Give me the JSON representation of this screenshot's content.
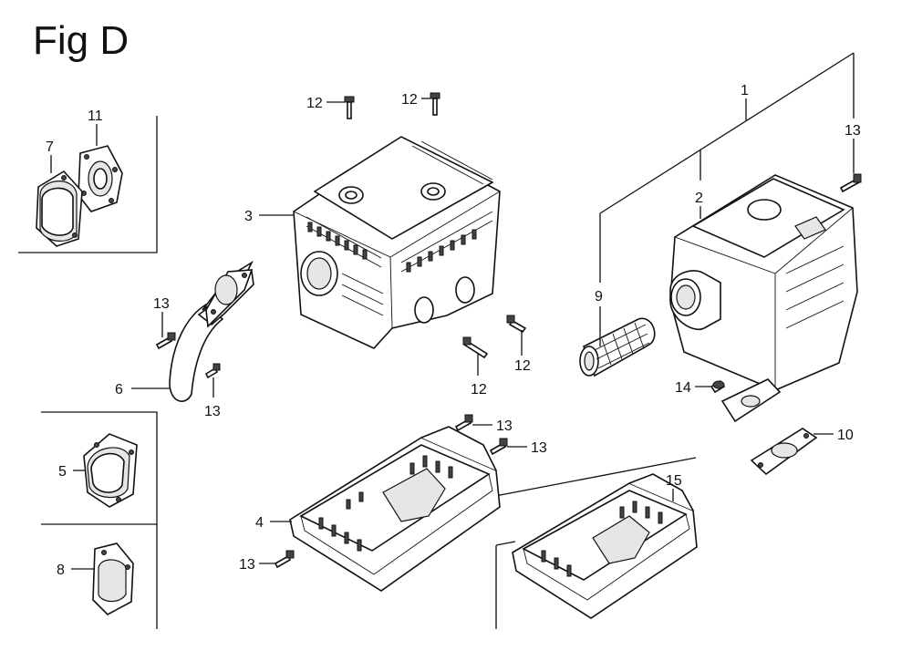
{
  "title": "Fig D",
  "parts": [
    {
      "id": "p1",
      "label": "1"
    },
    {
      "id": "p2",
      "label": "2"
    },
    {
      "id": "p3",
      "label": "3"
    },
    {
      "id": "p4",
      "label": "4"
    },
    {
      "id": "p5",
      "label": "5"
    },
    {
      "id": "p6",
      "label": "6"
    },
    {
      "id": "p7",
      "label": "7"
    },
    {
      "id": "p8",
      "label": "8"
    },
    {
      "id": "p9",
      "label": "9"
    },
    {
      "id": "p10",
      "label": "10"
    },
    {
      "id": "p11",
      "label": "11"
    },
    {
      "id": "p12a",
      "label": "12"
    },
    {
      "id": "p12b",
      "label": "12"
    },
    {
      "id": "p12c",
      "label": "12"
    },
    {
      "id": "p12d",
      "label": "12"
    },
    {
      "id": "p13a",
      "label": "13"
    },
    {
      "id": "p13b",
      "label": "13"
    },
    {
      "id": "p13c",
      "label": "13"
    },
    {
      "id": "p13d",
      "label": "13"
    },
    {
      "id": "p13e",
      "label": "13"
    },
    {
      "id": "p13f",
      "label": "13"
    },
    {
      "id": "p14",
      "label": "14"
    },
    {
      "id": "p15",
      "label": "15"
    }
  ]
}
